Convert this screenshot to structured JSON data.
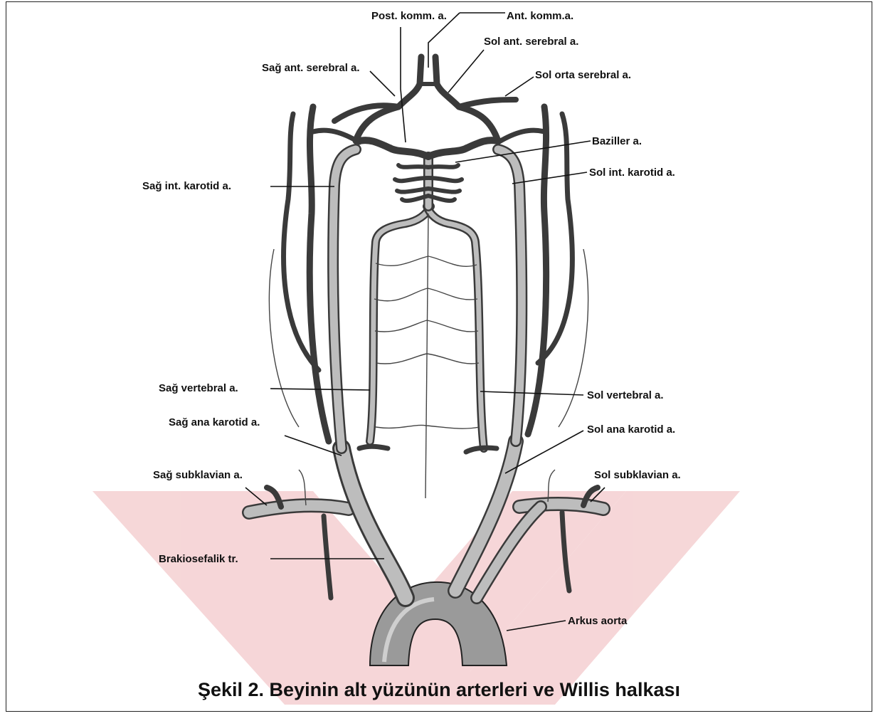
{
  "caption": "Şekil 2. Beyinin alt yüzünün arterleri ve Willis halkası",
  "labels": {
    "post_komm": "Post. komm. a.",
    "ant_komm": "Ant. komm.a.",
    "sol_ant_serebral": "Sol ant. serebral a.",
    "sag_ant_serebral": "Sağ ant. serebral a.",
    "sol_orta_serebral": "Sol orta serebral a.",
    "baziller": "Baziller a.",
    "sag_int_karotid": "Sağ int. karotid a.",
    "sol_int_karotid": "Sol int. karotid a.",
    "sag_vertebral": "Sağ vertebral a.",
    "sol_vertebral": "Sol vertebral a.",
    "sag_ana_karotid": "Sağ ana karotid a.",
    "sol_ana_karotid": "Sol ana karotid a.",
    "sag_subklavian": "Sağ subklavian a.",
    "sol_subklavian": "Sol subklavian a.",
    "brakiosefalik": "Brakiosefalik tr.",
    "arkus_aorta": "Arkus aorta"
  },
  "colors": {
    "watermark": "#f3c9cb",
    "vessel_outline": "#3a3a3a",
    "vessel_fill": "#bdbdbd"
  }
}
